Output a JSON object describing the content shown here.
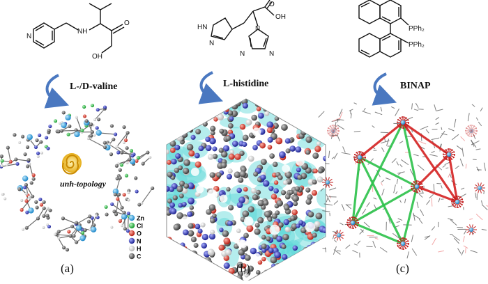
{
  "panels": [
    {
      "id": "a",
      "label": "(a)",
      "arrow_label": "L-/D-valine",
      "topology_label": "unh-topology",
      "legend": [
        {
          "symbol": "Zn",
          "color": "#2aa8e8"
        },
        {
          "symbol": "Cl",
          "color": "#22c33a"
        },
        {
          "symbol": "O",
          "color": "#e43b2c"
        },
        {
          "symbol": "N",
          "color": "#2b34c9"
        },
        {
          "symbol": "H",
          "color": "#e6e6e6"
        },
        {
          "symbol": "C",
          "color": "#6b6b6b"
        }
      ],
      "molecule_atoms": {
        "N": "N",
        "NH": "NH",
        "OH": "OH",
        "O": "O"
      }
    },
    {
      "id": "b",
      "label": "(b)",
      "arrow_label": "L-histidine",
      "molecule_atoms": {
        "HN": "HN",
        "N1": "N",
        "N2": "N",
        "N3": "N",
        "N4": "N",
        "OH": "OH",
        "O": "O"
      }
    },
    {
      "id": "c",
      "label": "(c)",
      "arrow_label": "BINAP",
      "molecule_atoms": {
        "P1": "PPh₂",
        "P2": "PPh₂"
      }
    }
  ],
  "colors": {
    "arrow": "#4a78c0",
    "zn": "#2aa8e8",
    "cl": "#22c33a",
    "o": "#e43b2c",
    "n": "#2b34c9",
    "c": "#6b6b6b",
    "cavity": "#5cd6d6",
    "red_edge": "#d42222",
    "green_edge": "#2cc24a"
  }
}
